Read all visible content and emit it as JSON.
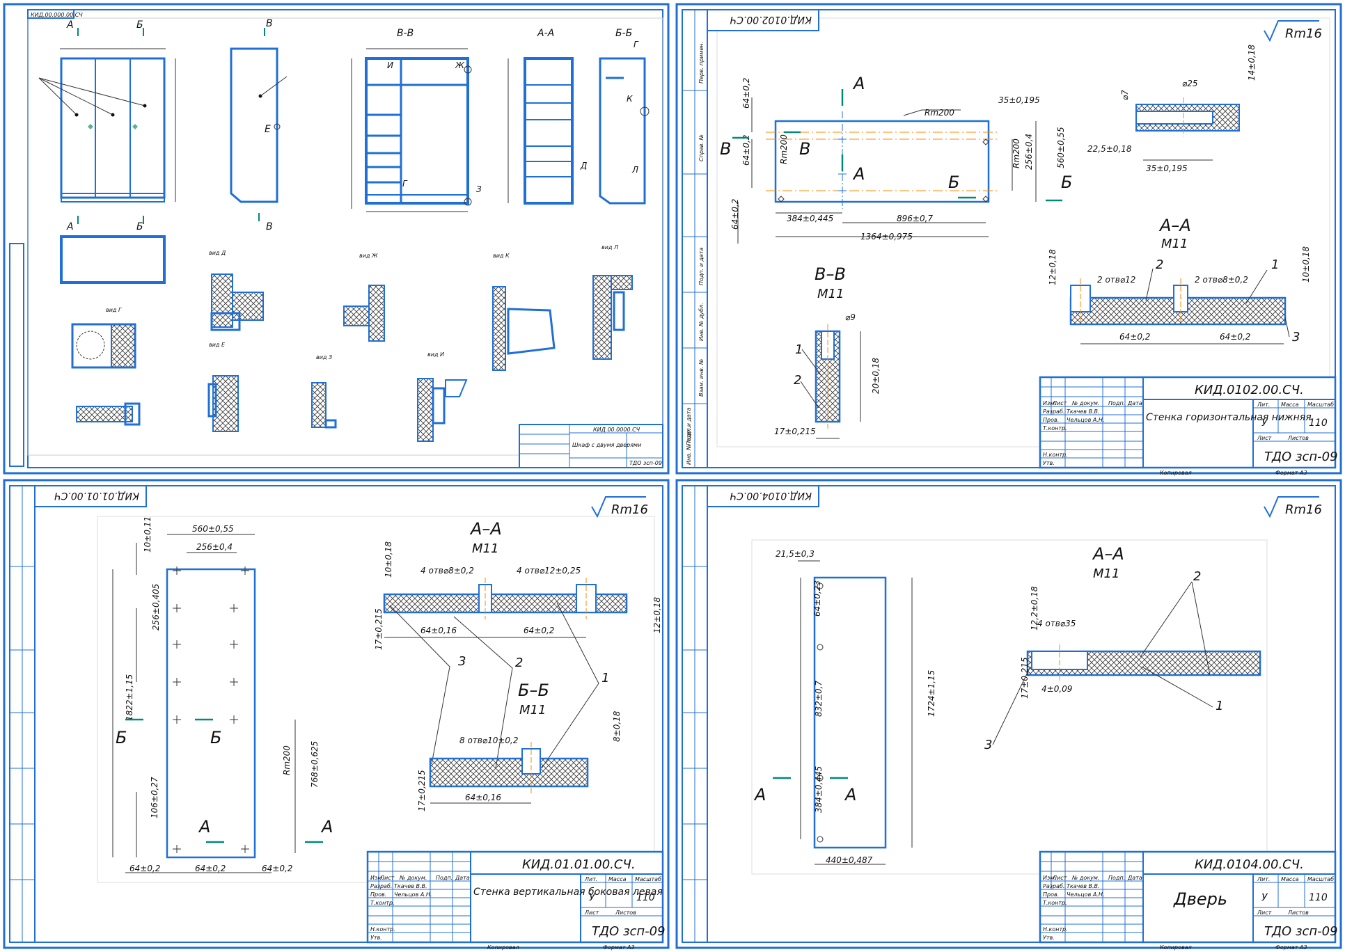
{
  "colors": {
    "frame": "#1f6fd6",
    "line": "#222222",
    "accent": "#00897b",
    "axis": "#ff8a00"
  },
  "sheet1": {
    "stamp": "КИД.00.000.00.СЧ",
    "views": {
      "bb": "В-В",
      "aa": "А-А",
      "b2b": "Б-Б"
    },
    "labels": [
      "А",
      "Б",
      "В",
      "Г",
      "Д",
      "Е",
      "Ж",
      "З",
      "И",
      "К",
      "Л"
    ],
    "details": [
      "вид Г",
      "вид Д",
      "вид Е",
      "вид Ж",
      "вид З",
      "вид И",
      "вид К",
      "вид Л"
    ],
    "tb_code": "КИД.00.0000.СЧ",
    "tb_name": "Шкаф с двумя дверями",
    "tb_sheet": "ТДО зсп-09"
  },
  "sheet2": {
    "stamp": "КИД.0102.00.СЧ",
    "rough": "Rm16",
    "dims": [
      "64±0,2",
      "64±0,2",
      "64±0,2",
      "35±0,195",
      "384±0,445",
      "896±0,7",
      "1364±0,975",
      "256±0,4",
      "560±0,55",
      "Rm200",
      "Rm200",
      "Rm200"
    ],
    "section_bb": "В–В",
    "scale_bb": "М11",
    "d9": "⌀9",
    "bb_dims": [
      "20±0,18",
      "17±0,215"
    ],
    "section_aa": "А–А",
    "scale_aa": "М11",
    "aa_notes": [
      "2 отв⌀12",
      "2 отв⌀8±0,2"
    ],
    "aa_dims": [
      "12±0,18",
      "10±0,18",
      "64±0,2",
      "64±0,2"
    ],
    "detail_dims": [
      "⌀25",
      "⌀7",
      "14±0,18",
      "22,5±0,18",
      "35±0,195"
    ],
    "cut_labels": [
      "А",
      "А",
      "Б",
      "Б",
      "В",
      "В"
    ],
    "callouts": [
      "1",
      "2",
      "3",
      "1",
      "2"
    ],
    "tb_code": "КИД.0102.00.СЧ.",
    "tb_name": "Стенка горизонтальная нижняя",
    "tb_mass": "110",
    "tb_sheet": "ТДО зсп-09",
    "tb_lit": "У",
    "tb_people": [
      "Разраб.",
      "Ткачев В.В.",
      "Пров.",
      "Чельцов А.Н.",
      "Т.контр.",
      "Н.контр.",
      "Утв."
    ],
    "tb_heads": [
      "Изм.",
      "Лист",
      "№ докум.",
      "Подп.",
      "Дата",
      "Лит.",
      "Масса",
      "Масштаб",
      "Лист",
      "Листов"
    ],
    "tb_foot": [
      "Копировал",
      "Формат А3"
    ]
  },
  "sheet3": {
    "stamp": "КИД.01.01.00.СЧ",
    "rough": "Rm16",
    "dims": [
      "560±0,55",
      "256±0,4",
      "10±0,11",
      "256±0,405",
      "1822±1,15",
      "106±0,27",
      "768±0,625",
      "64±0,2",
      "64±0,2",
      "64±0,2",
      "Rm200"
    ],
    "section_aa": "А–А",
    "scale_aa": "М11",
    "aa_notes": [
      "4 отв⌀8±0,2",
      "4 отв⌀12±0,25"
    ],
    "aa_dims": [
      "10±0,18",
      "64±0,16",
      "64±0,2",
      "12±0,18",
      "17±0,215"
    ],
    "section_bb": "Б–Б",
    "scale_bb": "М11",
    "bb_notes": [
      "8 отв⌀10±0,2"
    ],
    "bb_dims": [
      "8±0,18",
      "64±0,16",
      "17±0,215"
    ],
    "cut_labels": [
      "Б",
      "Б",
      "А",
      "А"
    ],
    "callouts": [
      "1",
      "2",
      "3"
    ],
    "tb_code": "КИД.01.01.00.СЧ.",
    "tb_name": "Стенка вертикальная боковая левая",
    "tb_mass": "110",
    "tb_sheet": "ТДО зсп-09",
    "tb_lit": "У",
    "tb_people": [
      "Разраб.",
      "Ткачев В.В.",
      "Пров.",
      "Чельцов А.Н.",
      "Т.контр.",
      "Н.контр.",
      "Утв."
    ],
    "tb_heads": [
      "Изм.",
      "Лист",
      "№ докум.",
      "Подп.",
      "Дата",
      "Лит.",
      "Масса",
      "Масштаб",
      "Лист",
      "Листов"
    ],
    "tb_foot": [
      "Копировал",
      "Формат А3"
    ]
  },
  "sheet4": {
    "stamp": "КИД.0104.00.СЧ",
    "rough": "Rm16",
    "dims": [
      "21,5±0,3",
      "64±0,23",
      "832±0,7",
      "384±0,445",
      "1724±1,15",
      "440±0,487"
    ],
    "section_aa": "А–А",
    "scale_aa": "М11",
    "aa_notes": [
      "4 отв⌀35"
    ],
    "aa_dims": [
      "12,2±0,18",
      "17±0,215",
      "4±0,09"
    ],
    "cut_labels": [
      "А",
      "А"
    ],
    "callouts": [
      "1",
      "2",
      "3"
    ],
    "tb_code": "КИД.0104.00.СЧ.",
    "tb_name": "Дверь",
    "tb_mass": "110",
    "tb_sheet": "ТДО зсп-09",
    "tb_lit": "У",
    "tb_people": [
      "Разраб.",
      "Ткачев В.В.",
      "Пров.",
      "Чельцов А.Н.",
      "Т.контр.",
      "Н.контр.",
      "Утв."
    ],
    "tb_heads": [
      "Изм.",
      "Лист",
      "№ докум.",
      "Подп.",
      "Дата",
      "Лит.",
      "Масса",
      "Масштаб",
      "Лист",
      "Листов"
    ],
    "tb_foot": [
      "Копировал",
      "Формат А3"
    ]
  },
  "side_strip": [
    "Перв. примен.",
    "Справ. №",
    "Подп. и дата",
    "Инв. № дубл.",
    "Взам. инв. №",
    "Подп. и дата",
    "Инв. № подл."
  ]
}
